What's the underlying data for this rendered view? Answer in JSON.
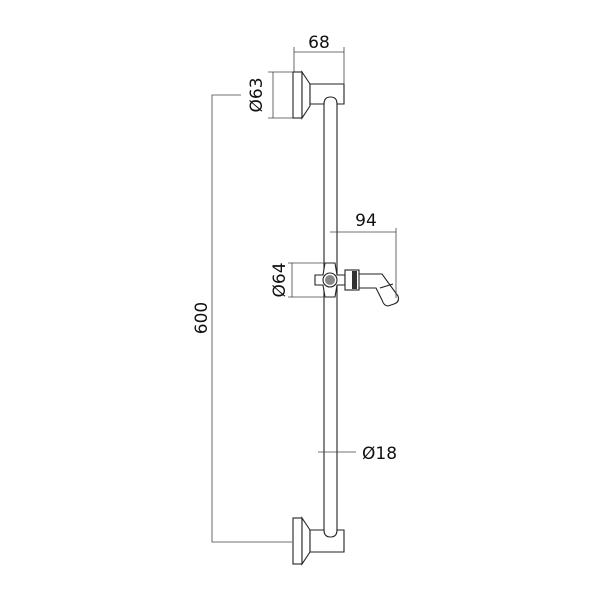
{
  "dimensions": {
    "bracket_projection": "68",
    "bracket_diameter": "Ø63",
    "total_length": "600",
    "slider_diameter": "Ø64",
    "slider_projection": "94",
    "rod_diameter": "Ø18"
  }
}
